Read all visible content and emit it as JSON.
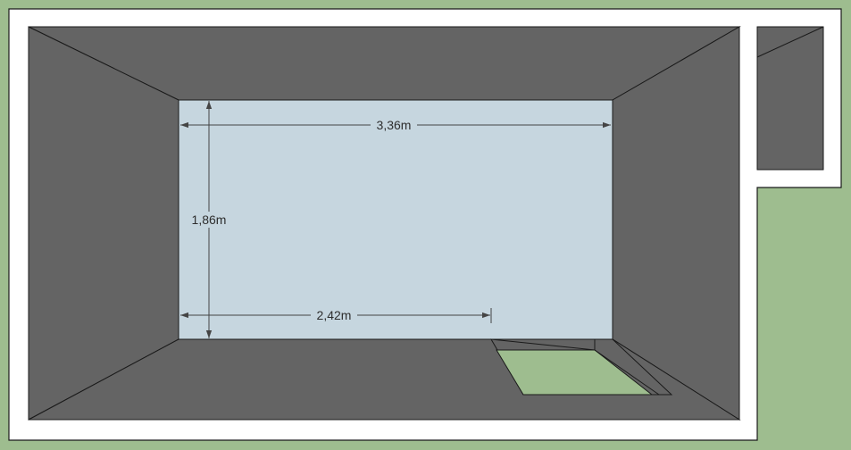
{
  "colors": {
    "ground": "#9ebd8f",
    "slab": "#ffffff",
    "wall": "#646464",
    "floor": "#c6d6df",
    "opening": "#9ebd8f",
    "edge": "#1a1a1a",
    "dimension": "#444444"
  },
  "dimensions": {
    "width_label": "3,36m",
    "depth_label": "1,86m",
    "partial_label": "2,42m"
  }
}
